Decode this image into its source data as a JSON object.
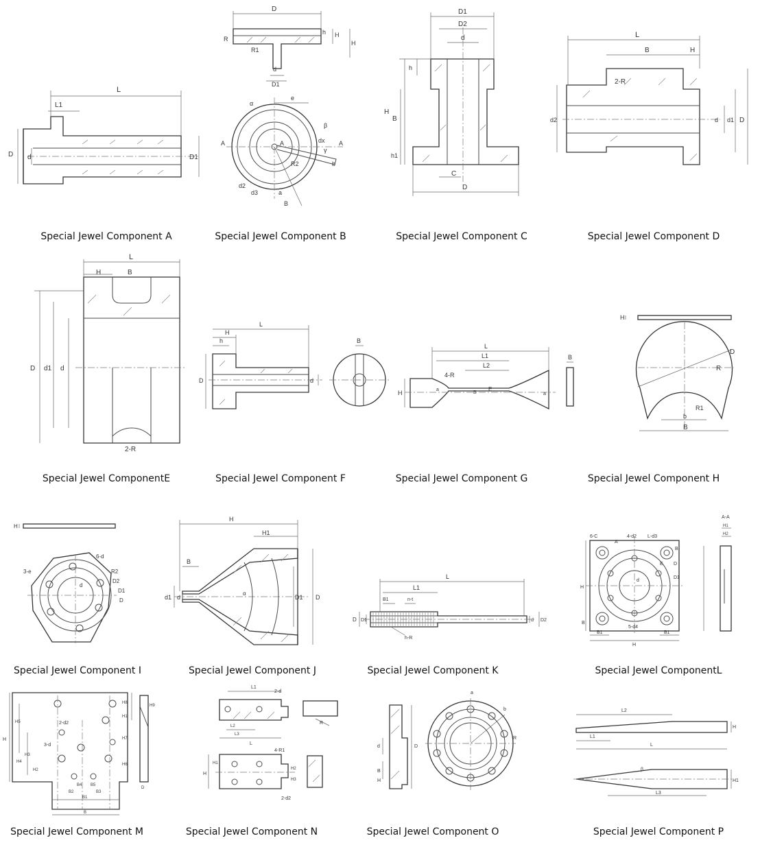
{
  "components": [
    {
      "id": "A",
      "caption": "Special Jewel Component A",
      "labels": [
        "L",
        "L1",
        "D",
        "d",
        "D1"
      ]
    },
    {
      "id": "B",
      "caption": "Special Jewel Component B",
      "labels": [
        "D",
        "h",
        "H",
        "H",
        "R",
        "R1",
        "d",
        "D1",
        "e",
        "β",
        "α",
        "A",
        "A",
        "A",
        "dx",
        "γ",
        "R2",
        "b",
        "d2",
        "d3",
        "a",
        "B"
      ]
    },
    {
      "id": "C",
      "caption": "Special Jewel Component C",
      "labels": [
        "D1",
        "D2",
        "d",
        "h",
        "H",
        "B",
        "h1",
        "C",
        "D"
      ]
    },
    {
      "id": "D",
      "caption": "Special Jewel Component D",
      "labels": [
        "L",
        "B",
        "H",
        "2-R",
        "d2",
        "d",
        "d1",
        "D"
      ]
    },
    {
      "id": "E",
      "caption": "Special Jewel ComponentE",
      "labels": [
        "L",
        "H",
        "B",
        "D",
        "d1",
        "d",
        "2-R"
      ]
    },
    {
      "id": "F",
      "caption": "Special Jewel Component F",
      "labels": [
        "L",
        "H",
        "h",
        "D",
        "d",
        "B"
      ]
    },
    {
      "id": "G",
      "caption": "Special Jewel Component G",
      "labels": [
        "L",
        "L1",
        "L2",
        "4-R",
        "H",
        "a",
        "B",
        "E",
        "a",
        "B"
      ]
    },
    {
      "id": "H",
      "caption": "Special Jewel Component H",
      "labels": [
        "H",
        "D",
        "R",
        "R1",
        "b",
        "B"
      ]
    },
    {
      "id": "I",
      "caption": "Special Jewel Component I",
      "labels": [
        "H",
        "6-d",
        "3-e",
        "R2",
        "D2",
        "D1",
        "D",
        "d"
      ]
    },
    {
      "id": "J",
      "caption": "Special Jewel Component J",
      "labels": [
        "H",
        "H1",
        "B",
        "d1",
        "d",
        "α",
        "D1",
        "D"
      ]
    },
    {
      "id": "K",
      "caption": "Special Jewel Component K",
      "labels": [
        "L",
        "L1",
        "B1",
        "n-t",
        "D",
        "D1",
        "h-R",
        "d",
        "D2"
      ]
    },
    {
      "id": "L",
      "caption": "Special Jewel ComponentL",
      "labels": [
        "A-A",
        "6-C",
        "4-d2",
        "L-d3",
        "A",
        "B",
        "E",
        "d",
        "D",
        "D1",
        "H",
        "B",
        "B1",
        "B1",
        "5-d4",
        "H",
        "H1",
        "H2"
      ]
    },
    {
      "id": "M",
      "caption": "Special Jewel Component M",
      "labels": [
        "H",
        "H5",
        "2-d2",
        "3-d",
        "H4",
        "H3",
        "H2",
        "H1",
        "H6",
        "B4",
        "B5",
        "B2",
        "B3",
        "B1",
        "B",
        "D",
        "H9",
        "H7",
        "H8"
      ]
    },
    {
      "id": "N",
      "caption": "Special Jewel Component N",
      "labels": [
        "L1",
        "2-d",
        "L2",
        "L3",
        "L",
        "H",
        "4-R1",
        "H1",
        "H2",
        "H3",
        "2-d2",
        "R"
      ]
    },
    {
      "id": "O",
      "caption": "Special Jewel Component O",
      "labels": [
        "D",
        "d",
        "B",
        "H",
        "a",
        "b",
        "R"
      ]
    },
    {
      "id": "P",
      "caption": "Special Jewel Component P",
      "labels": [
        "L2",
        "L1",
        "L",
        "H",
        "β",
        "H1",
        "L3"
      ]
    }
  ]
}
